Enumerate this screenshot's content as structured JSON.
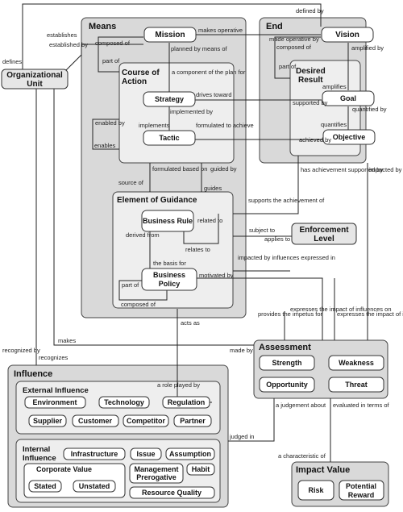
{
  "regions": {
    "means": "Means",
    "end": "End",
    "course_of_action": "Course of Action",
    "desired_result": "Desired Result",
    "element_of_guidance": "Element of Guidance",
    "influence": "Influence",
    "external_influence": "External Influence",
    "internal_influence": "Internal Influence",
    "corporate_value": "Corporate Value",
    "assessment": "Assessment",
    "impact_value": "Impact Value"
  },
  "boxes": {
    "organizational_unit": "Organizational Unit",
    "mission": "Mission",
    "vision": "Vision",
    "strategy": "Strategy",
    "tactic": "Tactic",
    "goal": "Goal",
    "objective": "Objective",
    "business_rule": "Business Rule",
    "business_policy": "Business Policy",
    "enforcement_level": "Enforcement Level",
    "strength": "Strength",
    "weakness": "Weakness",
    "opportunity": "Opportunity",
    "threat": "Threat",
    "risk": "Risk",
    "potential_reward": "Potential Reward"
  },
  "external_items": [
    "Environment",
    "Technology",
    "Regulation",
    "Supplier",
    "Customer",
    "Competitor",
    "Partner"
  ],
  "internal_items": [
    "Infrastructure",
    "Issue",
    "Assumption",
    "Management Prerogative",
    "Habit",
    "Resource Quality"
  ],
  "corporate_items": [
    "Stated",
    "Unstated"
  ],
  "labels": {
    "defined_by": "defined by",
    "defines": "defines",
    "establishes": "establishes",
    "established_by": "established by",
    "makes_operative": "makes operative",
    "made_operative_by": "made operative by",
    "composed_of_means": "composed of",
    "part_of_means": "part of",
    "composed_of_end": "composed of",
    "part_of_end": "part of",
    "planned_by_means_of": "planned by means of",
    "a_component_of_the_plan_for": "a component of the plan for",
    "amplified_by": "amplified by",
    "amplifies": "amplifies",
    "drives_toward": "drives toward",
    "implemented_by": "implemented by",
    "supported_by": "supported by",
    "quantified_by": "quantified by",
    "enabled_by": "enabled by",
    "enables": "enables",
    "implements": "implements",
    "formulated_to_achieve": "formulated to achieve",
    "quantifies": "quantifies",
    "achieved_by": "achieved by",
    "formulated_based_on": "formulated based on",
    "guided_by": "guided by",
    "source_of": "source of",
    "guides": "guides",
    "has_achievement_supported_by": "has achievement supported by",
    "impacted_by_influences_expressed_in_top": "impacted by influences expressed in",
    "supports_the_achievement_of": "supports the achievement of",
    "related_to_1": "related to",
    "related_to_2": "relates to",
    "derived_from": "derived from",
    "subject_to": "subject to",
    "applies_to": "applies to",
    "the_basis_for": "the basis for",
    "motivated_by": "motivated by",
    "impacted_by_influences_expressed_in_mid": "impacted by influences expressed in",
    "part_of_policy": "part of",
    "composed_of_policy": "composed of",
    "provides_the_impetus_for": "provides the impetus for",
    "expresses_impact_1": "expresses the impact of influences on",
    "expresses_impact_2": "expresses the impact of influences on",
    "acts_as": "acts as",
    "makes": "makes",
    "made_by": "made by",
    "recognized_by": "recognized by",
    "recognizes": "recognizes",
    "a_role_played_by": "a role played by",
    "judged_in": "judged in",
    "a_judgement_about": "a judgement about",
    "evaluated_in_terms_of": "evaluated in terms of",
    "a_characteristic_of": "a characteristic of"
  }
}
